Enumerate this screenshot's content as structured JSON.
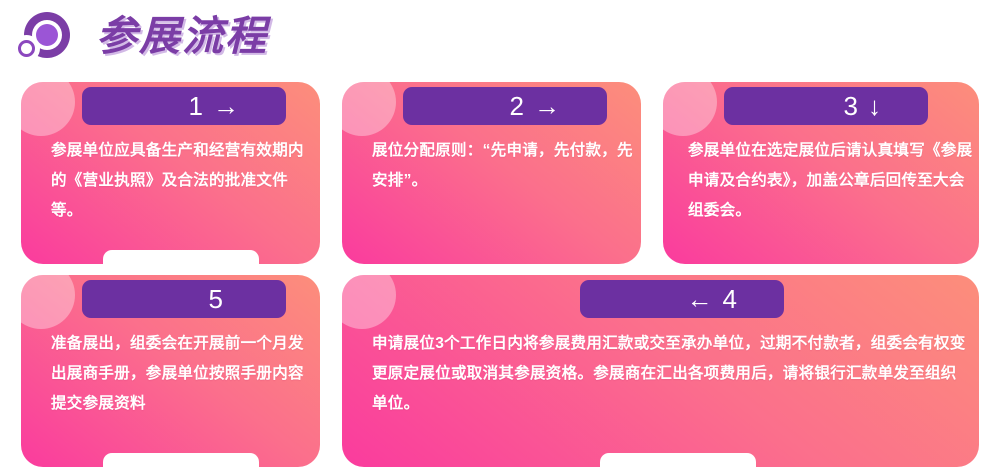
{
  "header": {
    "logo_icon": "target-ring-logo-icon",
    "title": "参展流程"
  },
  "colors": {
    "brand_purple": "#7B3DA6",
    "badge_purple": "#6C30A1",
    "card_gradient_from": "#FC8E7B",
    "card_gradient_to": "#FA3B9E",
    "text_on_card": "#FFFFFF"
  },
  "steps": [
    {
      "id": "step-1",
      "number": "1",
      "arrow": "→",
      "arrow_icon": "arrow-right-icon",
      "body": "参展单位应具备生产和经营有效期内的《营业执照》及合法的批准文件等。"
    },
    {
      "id": "step-2",
      "number": "2",
      "arrow": "→",
      "arrow_icon": "arrow-right-icon",
      "body": "展位分配原则：“先申请，先付款，先安排”。"
    },
    {
      "id": "step-3",
      "number": "3",
      "arrow": "↓",
      "arrow_icon": "arrow-down-icon",
      "body": "参展单位在选定展位后请认真填写《参展申请及合约表》，加盖公章后回传至大会组委会。"
    },
    {
      "id": "step-4",
      "number": "4",
      "arrow": "←",
      "arrow_icon": "arrow-left-icon",
      "body": "申请展位3个工作日内将参展费用汇款或交至承办单位，过期不付款者，组委会有权变更原定展位或取消其参展资格。参展商在汇出各项费用后，请将银行汇款单发至组织单位。"
    },
    {
      "id": "step-5",
      "number": "5",
      "arrow": "",
      "arrow_icon": "",
      "body": "准备展出，组委会在开展前一个月发出展商手册，参展单位按照手册内容提交参展资料"
    }
  ]
}
